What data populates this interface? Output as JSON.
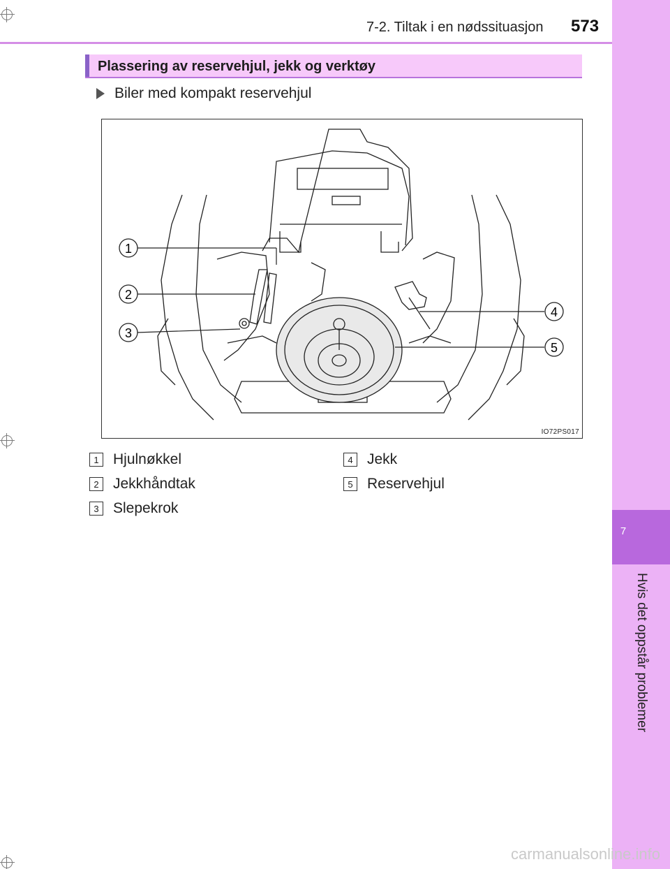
{
  "header": {
    "section": "7-2. Tiltak i en nødssituasjon",
    "page_number": "573"
  },
  "side_tab": {
    "chapter_number": "7",
    "chapter_title": "Hvis det oppstår problemer"
  },
  "section_title": "Plassering av reservehjul, jekk og verktøy",
  "subheading": "Biler med kompakt reservehjul",
  "figure": {
    "code": "IO72PS017",
    "callouts": [
      "1",
      "2",
      "3",
      "4",
      "5"
    ]
  },
  "legend": [
    {
      "num": "1",
      "label": "Hjulnøkkel"
    },
    {
      "num": "2",
      "label": "Jekkhåndtak"
    },
    {
      "num": "3",
      "label": "Slepekrok"
    },
    {
      "num": "4",
      "label": "Jekk"
    },
    {
      "num": "5",
      "label": "Reservehjul"
    }
  ],
  "watermark": "carmanualsonline.info",
  "colors": {
    "accent_purple": "#b868dd",
    "tab_pink": "#ecb2f6",
    "title_bar": "#f7c9fa"
  }
}
